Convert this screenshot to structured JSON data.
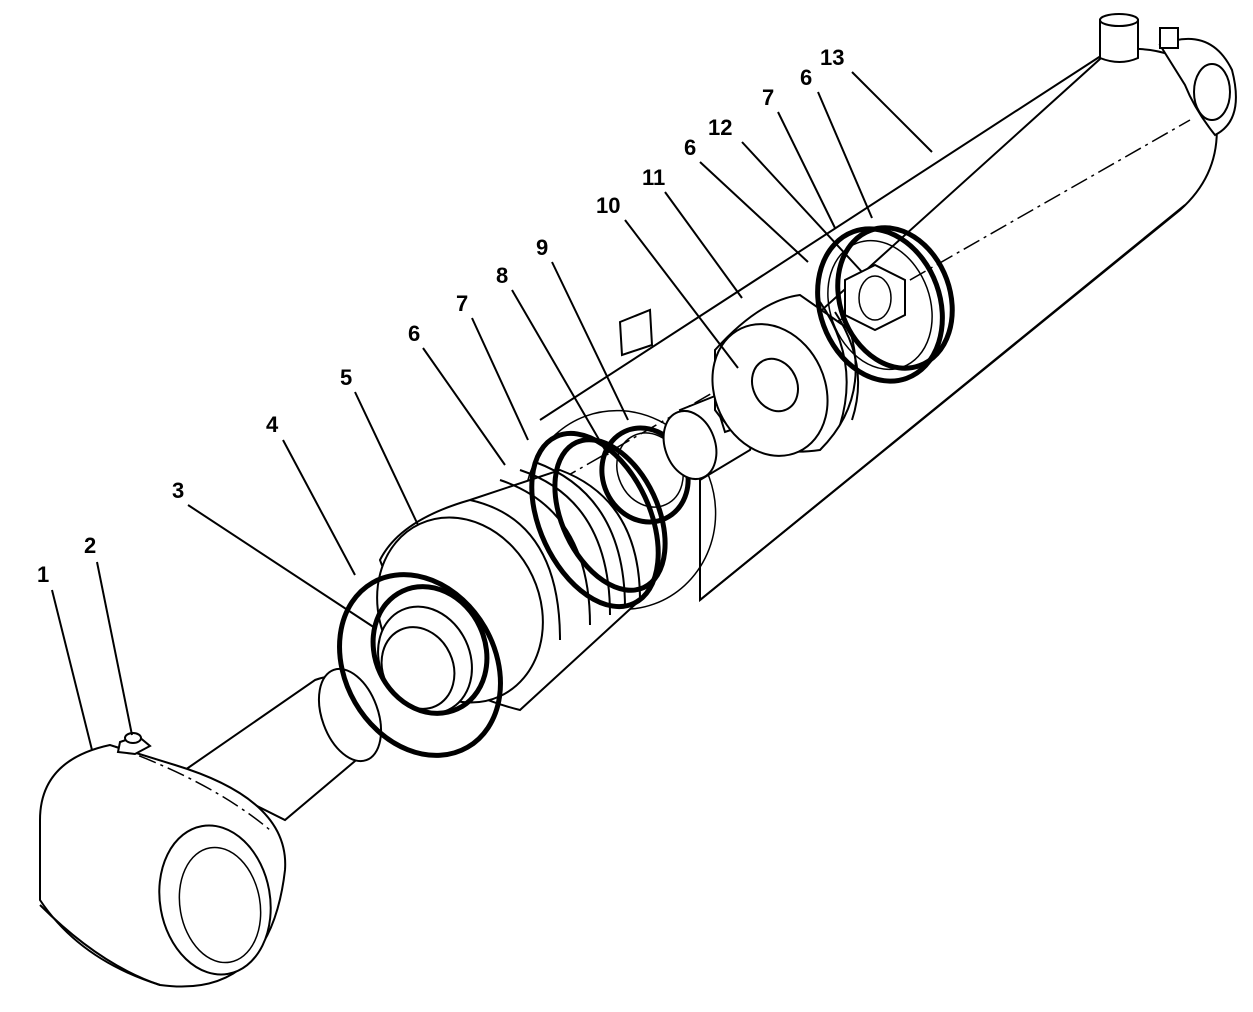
{
  "callouts": [
    {
      "id": "1",
      "text": "1"
    },
    {
      "id": "2",
      "text": "2"
    },
    {
      "id": "3",
      "text": "3"
    },
    {
      "id": "4",
      "text": "4"
    },
    {
      "id": "5",
      "text": "5"
    },
    {
      "id": "6a",
      "text": "6"
    },
    {
      "id": "7a",
      "text": "7"
    },
    {
      "id": "8",
      "text": "8"
    },
    {
      "id": "9",
      "text": "9"
    },
    {
      "id": "10",
      "text": "10"
    },
    {
      "id": "11",
      "text": "11"
    },
    {
      "id": "6b",
      "text": "6"
    },
    {
      "id": "12",
      "text": "12"
    },
    {
      "id": "7b",
      "text": "7"
    },
    {
      "id": "6c",
      "text": "6"
    },
    {
      "id": "13",
      "text": "13"
    }
  ]
}
